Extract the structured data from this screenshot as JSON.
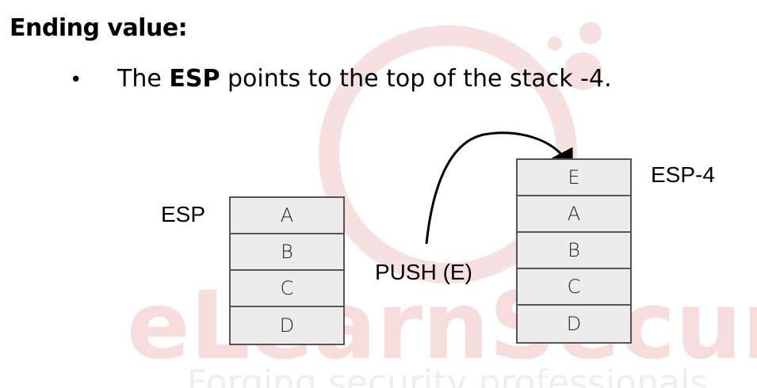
{
  "heading": "Ending value:",
  "bullet": {
    "prefix": "The ",
    "bold": "ESP",
    "suffix": " points to the top of the stack -4."
  },
  "left_stack": {
    "label": "ESP",
    "cells": [
      "A",
      "B",
      "C",
      "D"
    ]
  },
  "operation_label": "PUSH (E)",
  "right_stack": {
    "label": "ESP-4",
    "cells": [
      "E",
      "A",
      "B",
      "C",
      "D"
    ]
  },
  "watermark": {
    "brand": "eLearnSecurity",
    "tagline": "Forging security professionals",
    "color": "#f3d5d5"
  }
}
